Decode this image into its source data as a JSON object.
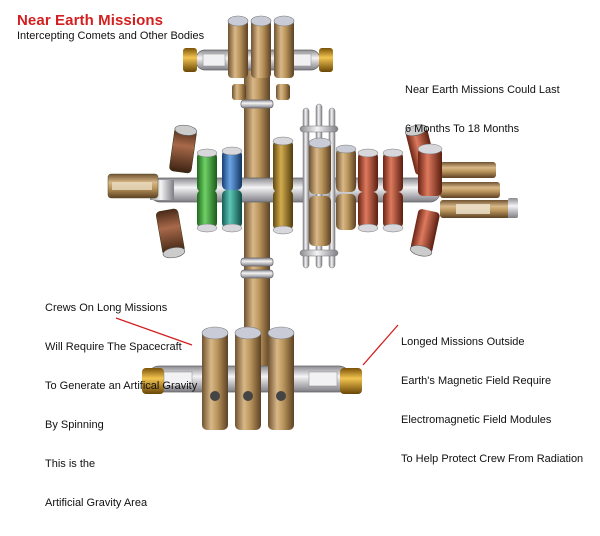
{
  "header": {
    "title": "Near Earth Missions",
    "subtitle": "Intercepting Comets and Other Bodies"
  },
  "notes": {
    "duration": [
      "Near Earth Missions Could Last",
      "6 Months To 18 Months"
    ],
    "gravity": [
      "Crews On Long Missions",
      "Will Require The Spacecraft",
      "To Generate an Artifical Gravity",
      "By Spinning",
      "This is the",
      "Artificial Gravity Area"
    ],
    "shielding": [
      "Longed Missions Outside",
      "Earth's Magnetic Field Require",
      "Electromagnetic Field Modules",
      "To Help Protect Crew From Radiation"
    ]
  },
  "colors": {
    "title": "#d21f1f",
    "leader_line": "#d21f1f",
    "module_tan": "#b8935a",
    "module_green": "#3fa83a",
    "module_teal": "#2a9a8a",
    "module_blue": "#2f6fb8",
    "module_olive": "#a07c2a",
    "module_rust": "#b0462e",
    "module_gold": "#c8921e",
    "node_silver": "#d9d9dc"
  }
}
